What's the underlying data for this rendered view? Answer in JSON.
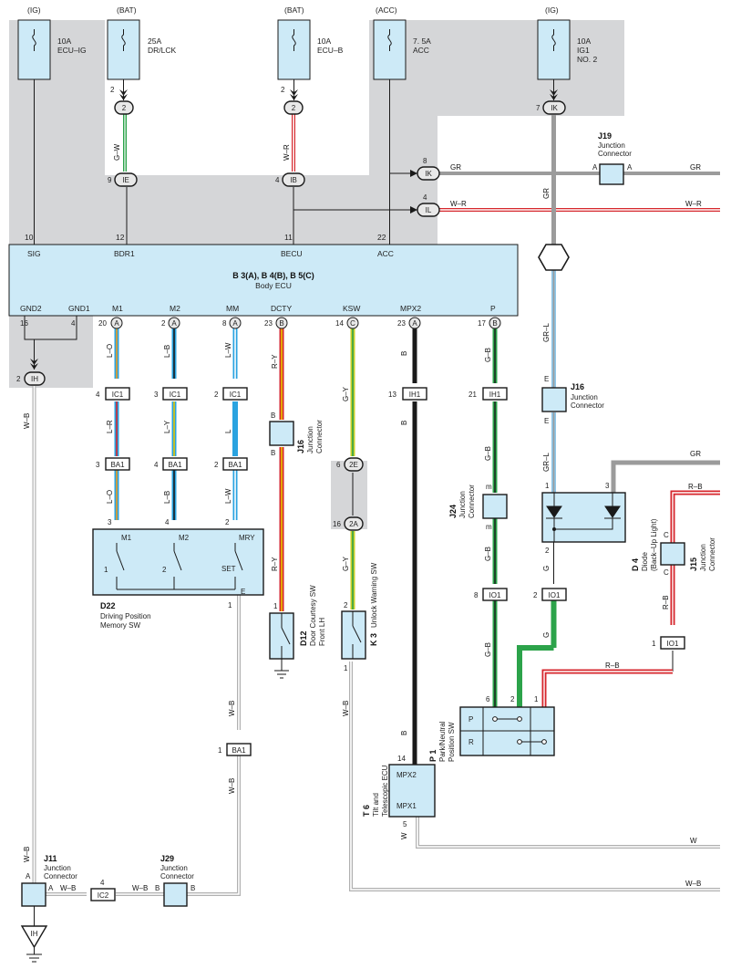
{
  "fuses": [
    {
      "source": "(IG)",
      "rating": "10A",
      "name": "ECU–IG",
      "line2": ""
    },
    {
      "source": "(BAT)",
      "rating": "25A",
      "name": "DR/LCK",
      "line2": ""
    },
    {
      "source": "(BAT)",
      "rating": "10A",
      "name": "ECU–B",
      "line2": ""
    },
    {
      "source": "(ACC)",
      "rating": "7. 5A",
      "name": "ACC",
      "line2": ""
    },
    {
      "source": "(IG)",
      "rating": "10A",
      "name": "IG1",
      "line2": "NO. 2"
    }
  ],
  "ecu": {
    "title": "B 3(A), B 4(B), B 5(C)",
    "subtitle": "Body ECU",
    "top_pins": [
      {
        "num": "10",
        "name": "SIG"
      },
      {
        "num": "12",
        "name": "BDR1"
      },
      {
        "num": "11",
        "name": "BECU"
      },
      {
        "num": "22",
        "name": "ACC"
      }
    ],
    "bottom_pins": [
      {
        "name": "GND2",
        "num": "16",
        "conn": ""
      },
      {
        "name": "GND1",
        "num": "4",
        "conn": ""
      },
      {
        "name": "M1",
        "num": "20",
        "conn": "A"
      },
      {
        "name": "M2",
        "num": "2",
        "conn": "A"
      },
      {
        "name": "MM",
        "num": "8",
        "conn": "A"
      },
      {
        "name": "DCTY",
        "num": "23",
        "conn": "B"
      },
      {
        "name": "KSW",
        "num": "14",
        "conn": "C"
      },
      {
        "name": "MPX2",
        "num": "23",
        "conn": "A"
      },
      {
        "name": "P",
        "num": "17",
        "conn": "B"
      }
    ]
  },
  "connectors": {
    "c2a": "2",
    "c2b": "2",
    "IE": "IE",
    "IB": "IB",
    "IK": "IK",
    "IL": "IL",
    "IH": "IH",
    "IC1": "IC1",
    "BA1": "BA1",
    "IH1": "IH1",
    "IO1": "IO1",
    "IC2": "IC2",
    "c2E": "2E",
    "c2A": "2A"
  },
  "pin_numbers": {
    "p2a": "2",
    "p2b": "2",
    "p9": "9",
    "p4ib": "4",
    "p7": "7",
    "p8ik": "8",
    "p4il": "4",
    "p2ih": "2",
    "ic1_4": "4",
    "ic1_3": "3",
    "ic1_2": "2",
    "ih1_13": "13",
    "ih1_21": "21",
    "ba1_3": "3",
    "ba1_4": "4",
    "ba1_2": "2",
    "e6": "6",
    "a16": "16",
    "d22_3": "3",
    "d22_4": "4",
    "d22_2": "2",
    "d22_1": "1",
    "io1_8": "8",
    "io1_2": "2",
    "io1_1": "1",
    "ba1_1": "1",
    "d12_1": "1",
    "k3_2": "2",
    "k3_1": "1",
    "t6_14": "14",
    "t6_5": "5",
    "p1_6": "6",
    "p1_2": "2",
    "p1_1": "1",
    "d4_1": "1",
    "d4_3": "3",
    "d4_2": "2",
    "ic2_4": "4",
    "sw1": "1",
    "sw2": "2"
  },
  "wire_colors": {
    "GW": "G–W",
    "WR": "W–R",
    "GR": "GR",
    "WB": "W–B",
    "LO": "L–O",
    "LB": "L–B",
    "LW": "L–W",
    "LR": "L–R",
    "LY": "L–Y",
    "L": "L",
    "RY": "R–Y",
    "B": "B",
    "GY": "G–Y",
    "GB": "G–B",
    "GRL": "GR–L",
    "E": "E",
    "G": "G",
    "RB": "R–B",
    "W": "W",
    "C": "C",
    "m": "m"
  },
  "components": {
    "J19": {
      "id": "J19",
      "desc": "Junction",
      "desc2": "Connector"
    },
    "J16a": {
      "id": "J16",
      "desc": "Junction",
      "desc2": "Connector"
    },
    "J16b": {
      "id": "J16",
      "desc": "Junction",
      "desc2": "Connector"
    },
    "J24": {
      "id": "J24",
      "desc": "Junction",
      "desc2": "Connector"
    },
    "J15": {
      "id": "J15",
      "desc": "Junction",
      "desc2": "Connector"
    },
    "J11": {
      "id": "J11",
      "desc": "Junction",
      "desc2": "Connector"
    },
    "J29": {
      "id": "J29",
      "desc": "Junction",
      "desc2": "Connector"
    },
    "D22": {
      "id": "D22",
      "desc": "Driving Position",
      "desc2": "Memory SW"
    },
    "D12": {
      "id": "D12",
      "desc": "Door Courtesy SW",
      "desc2": "Front LH"
    },
    "K3": {
      "id": "K 3",
      "desc": "Unlock Warning SW"
    },
    "D4": {
      "id": "D 4",
      "desc": "Diode",
      "desc2": "(Back–Up Light)"
    },
    "P1": {
      "id": "P 1",
      "desc": "Park/Neutral",
      "desc2": "Position SW"
    },
    "T6": {
      "id": "T 6",
      "desc": "Tilt and",
      "desc2": "Telescopic ECU"
    }
  },
  "d22_terminals": {
    "M1": "M1",
    "M2": "M2",
    "MRY": "MRY",
    "SET": "SET",
    "E": "E"
  },
  "t6_terminals": {
    "MPX2": "MPX2",
    "MPX1": "MPX1"
  },
  "p1_rows": {
    "P": "P",
    "R": "R"
  },
  "ground_label": "IH",
  "junction_ab": {
    "A": "A",
    "B": "B"
  },
  "colors": {
    "shade": "#d5d6d8",
    "ecu": "#cdeaf7",
    "component": "#cdeaf7",
    "stroke": "#1a1a1a"
  }
}
